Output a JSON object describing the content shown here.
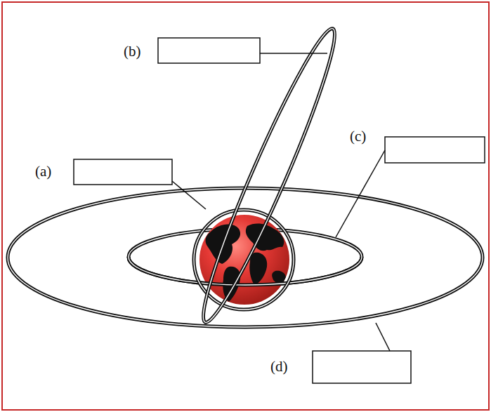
{
  "diagram": {
    "labels": [
      "(a)",
      "(b)",
      "(c)",
      "(d)"
    ]
  }
}
